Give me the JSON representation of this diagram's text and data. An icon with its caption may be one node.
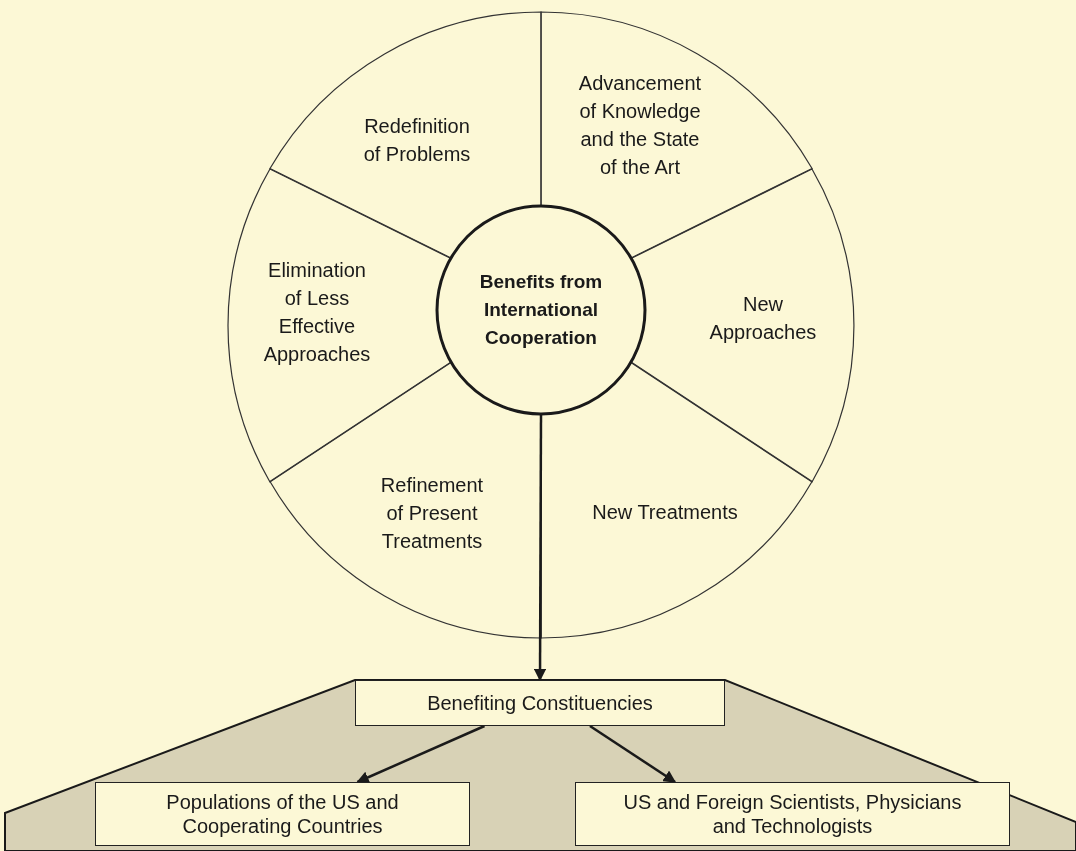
{
  "diagram": {
    "nodes": [
      {
        "text": [
          "Benefits from International Cooperation"
        ]
      },
      {
        "text": [
          "Redefinition of Problems"
        ]
      },
      {
        "text": [
          "Advancement of Knowledge and the State of the Art"
        ]
      },
      {
        "text": [
          "New Approaches"
        ]
      },
      {
        "text": [
          "New Treatments"
        ]
      },
      {
        "text": [
          "Refinement of Present Treatments"
        ]
      },
      {
        "text": [
          "Elimination of Less Effective Approaches"
        ]
      },
      {
        "text": [
          "Benefiting Constituencies"
        ]
      },
      {
        "text": [
          "Populations of the US and Cooperating Countries"
        ]
      },
      {
        "text": [
          "US and Foreign Scientists, Physicians and Technologists"
        ]
      }
    ],
    "edges": [
      {
        "from": 0,
        "to": 7,
        "arrow": "to"
      },
      {
        "from": 7,
        "to": 8,
        "arrow": "to"
      },
      {
        "from": 7,
        "to": 9,
        "arrow": "to"
      }
    ]
  }
}
